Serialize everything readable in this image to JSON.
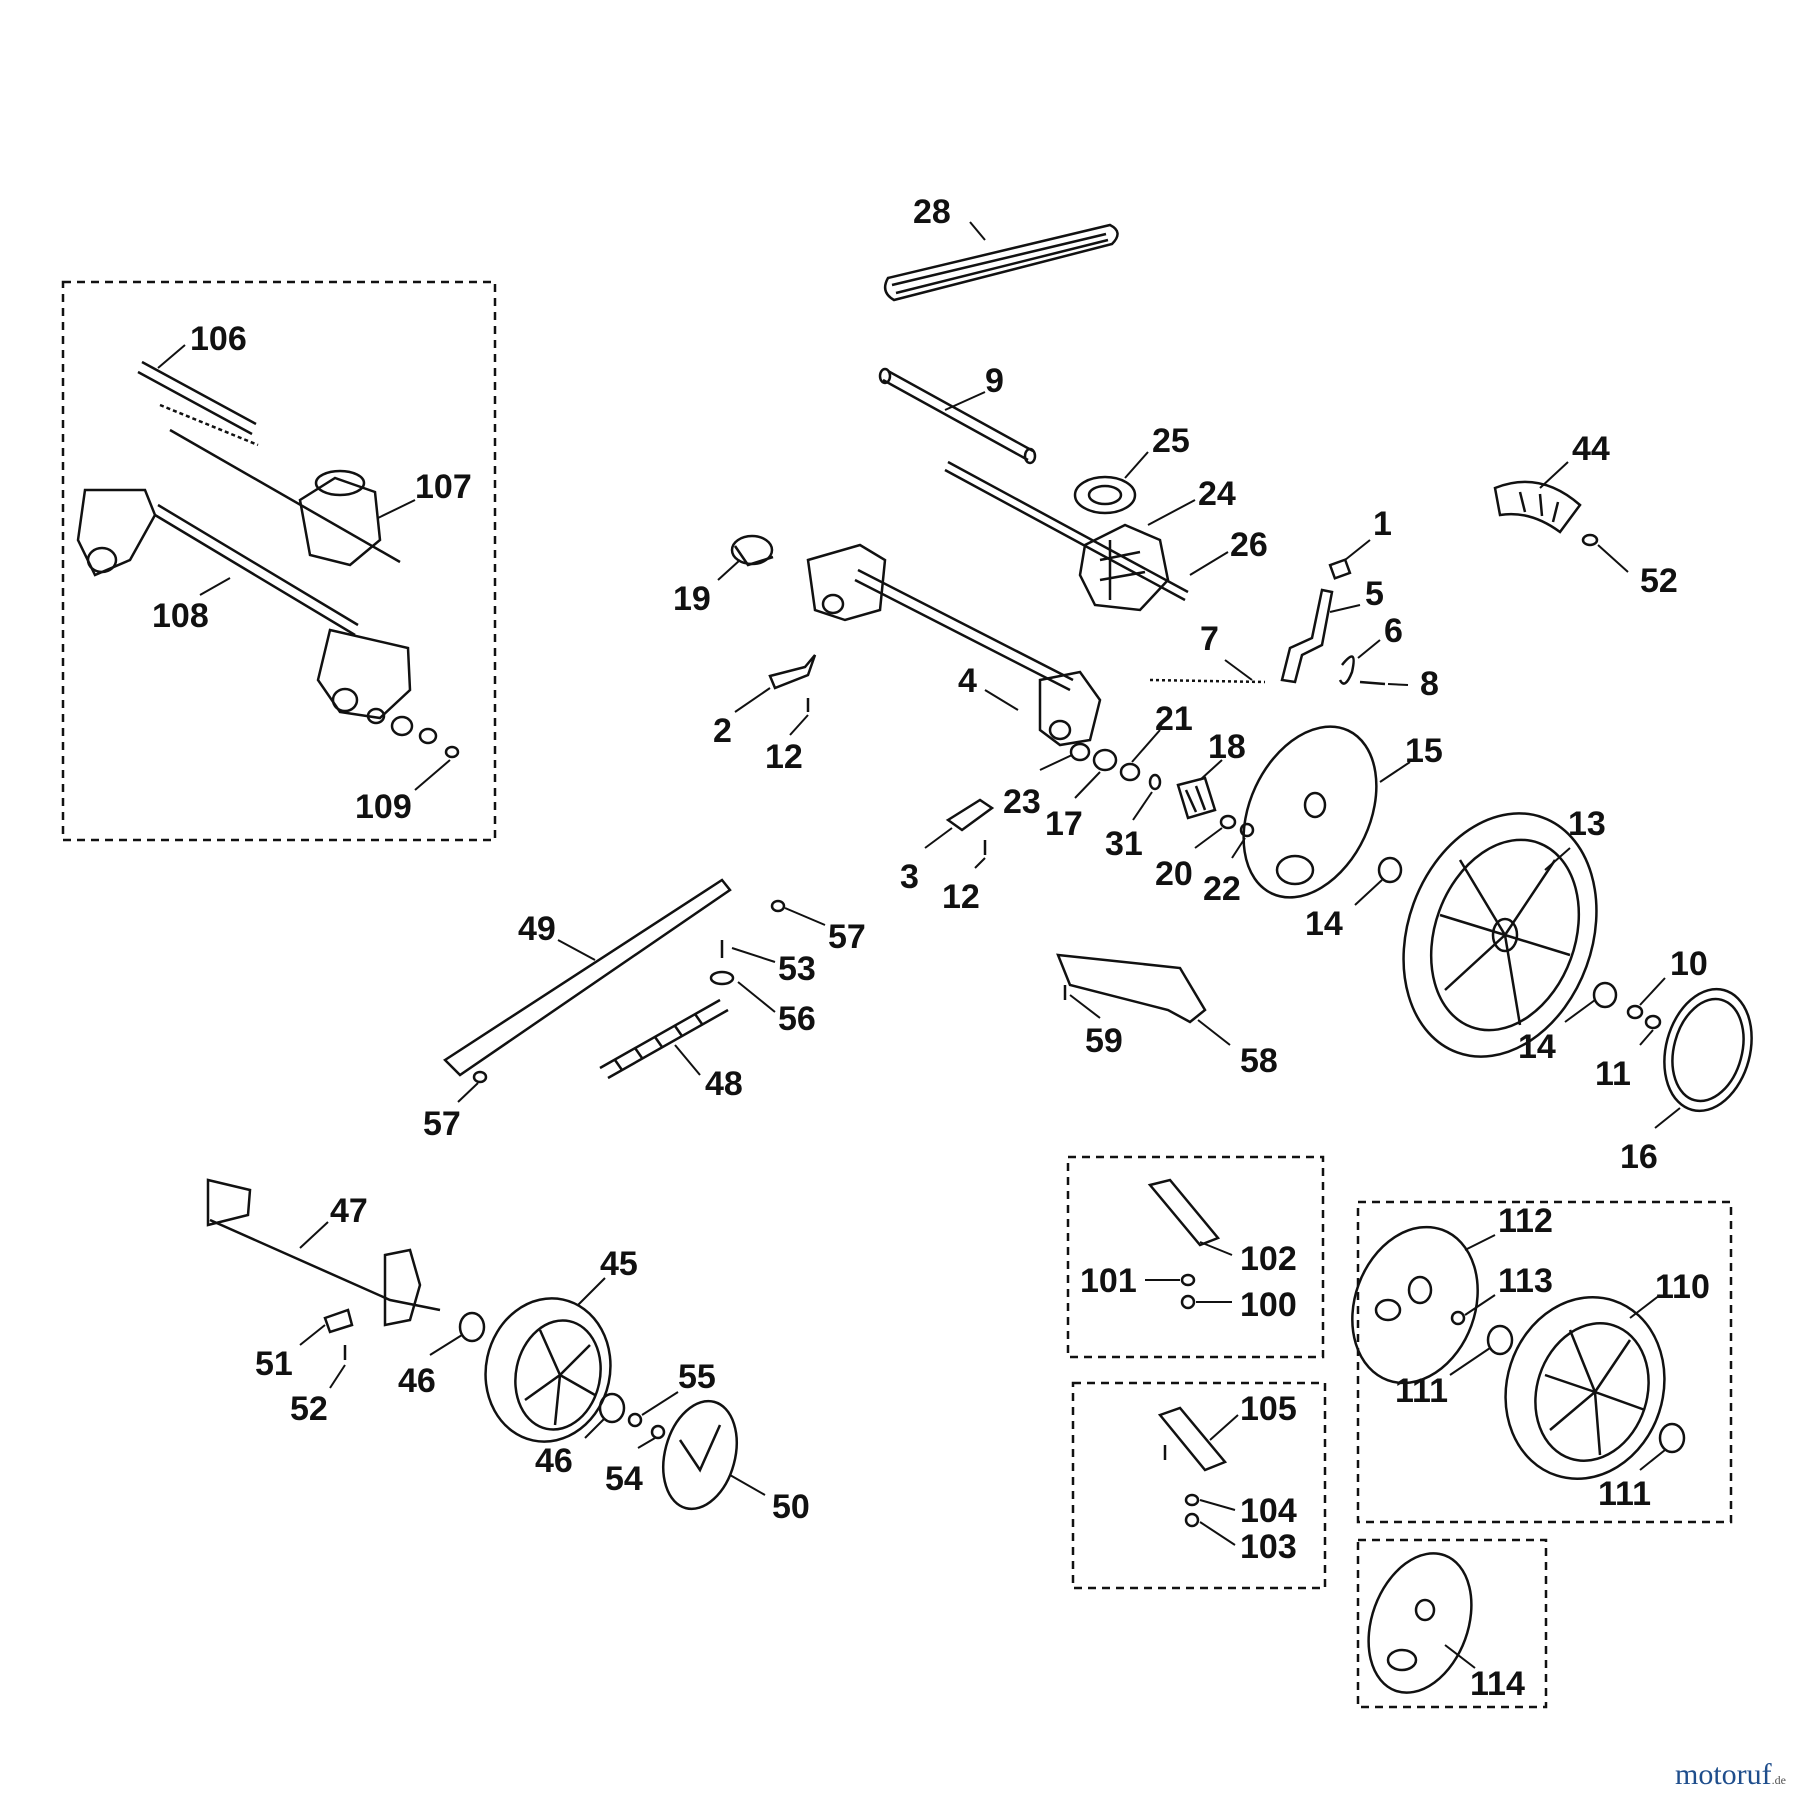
{
  "watermark": {
    "brand": "motoruf",
    "tld": ".de"
  },
  "callouts": [
    {
      "id": "c28",
      "text": "28"
    },
    {
      "id": "c9",
      "text": "9"
    },
    {
      "id": "c25",
      "text": "25"
    },
    {
      "id": "c24",
      "text": "24"
    },
    {
      "id": "c26",
      "text": "26"
    },
    {
      "id": "c44",
      "text": "44"
    },
    {
      "id": "c52a",
      "text": "52"
    },
    {
      "id": "c1",
      "text": "1"
    },
    {
      "id": "c5",
      "text": "5"
    },
    {
      "id": "c6",
      "text": "6"
    },
    {
      "id": "c7",
      "text": "7"
    },
    {
      "id": "c8",
      "text": "8"
    },
    {
      "id": "c19",
      "text": "19"
    },
    {
      "id": "c4",
      "text": "4"
    },
    {
      "id": "c2",
      "text": "2"
    },
    {
      "id": "c12a",
      "text": "12"
    },
    {
      "id": "c21",
      "text": "21"
    },
    {
      "id": "c18",
      "text": "18"
    },
    {
      "id": "c15",
      "text": "15"
    },
    {
      "id": "c23",
      "text": "23"
    },
    {
      "id": "c17",
      "text": "17"
    },
    {
      "id": "c31",
      "text": "31"
    },
    {
      "id": "c20",
      "text": "20"
    },
    {
      "id": "c22",
      "text": "22"
    },
    {
      "id": "c3",
      "text": "3"
    },
    {
      "id": "c12b",
      "text": "12"
    },
    {
      "id": "c13",
      "text": "13"
    },
    {
      "id": "c14a",
      "text": "14"
    },
    {
      "id": "c14b",
      "text": "14"
    },
    {
      "id": "c10",
      "text": "10"
    },
    {
      "id": "c11",
      "text": "11"
    },
    {
      "id": "c16",
      "text": "16"
    },
    {
      "id": "c106",
      "text": "106"
    },
    {
      "id": "c107",
      "text": "107"
    },
    {
      "id": "c108",
      "text": "108"
    },
    {
      "id": "c109",
      "text": "109"
    },
    {
      "id": "c49",
      "text": "49"
    },
    {
      "id": "c57a",
      "text": "57"
    },
    {
      "id": "c53",
      "text": "53"
    },
    {
      "id": "c56",
      "text": "56"
    },
    {
      "id": "c48",
      "text": "48"
    },
    {
      "id": "c57b",
      "text": "57"
    },
    {
      "id": "c59",
      "text": "59"
    },
    {
      "id": "c58",
      "text": "58"
    },
    {
      "id": "c47",
      "text": "47"
    },
    {
      "id": "c45",
      "text": "45"
    },
    {
      "id": "c51",
      "text": "51"
    },
    {
      "id": "c52b",
      "text": "52"
    },
    {
      "id": "c46a",
      "text": "46"
    },
    {
      "id": "c46b",
      "text": "46"
    },
    {
      "id": "c55",
      "text": "55"
    },
    {
      "id": "c54",
      "text": "54"
    },
    {
      "id": "c50",
      "text": "50"
    },
    {
      "id": "c102",
      "text": "102"
    },
    {
      "id": "c101",
      "text": "101"
    },
    {
      "id": "c100",
      "text": "100"
    },
    {
      "id": "c105",
      "text": "105"
    },
    {
      "id": "c104",
      "text": "104"
    },
    {
      "id": "c103",
      "text": "103"
    },
    {
      "id": "c112",
      "text": "112"
    },
    {
      "id": "c113",
      "text": "113"
    },
    {
      "id": "c110",
      "text": "110"
    },
    {
      "id": "c111a",
      "text": "111"
    },
    {
      "id": "c111b",
      "text": "111"
    },
    {
      "id": "c114",
      "text": "114"
    }
  ]
}
